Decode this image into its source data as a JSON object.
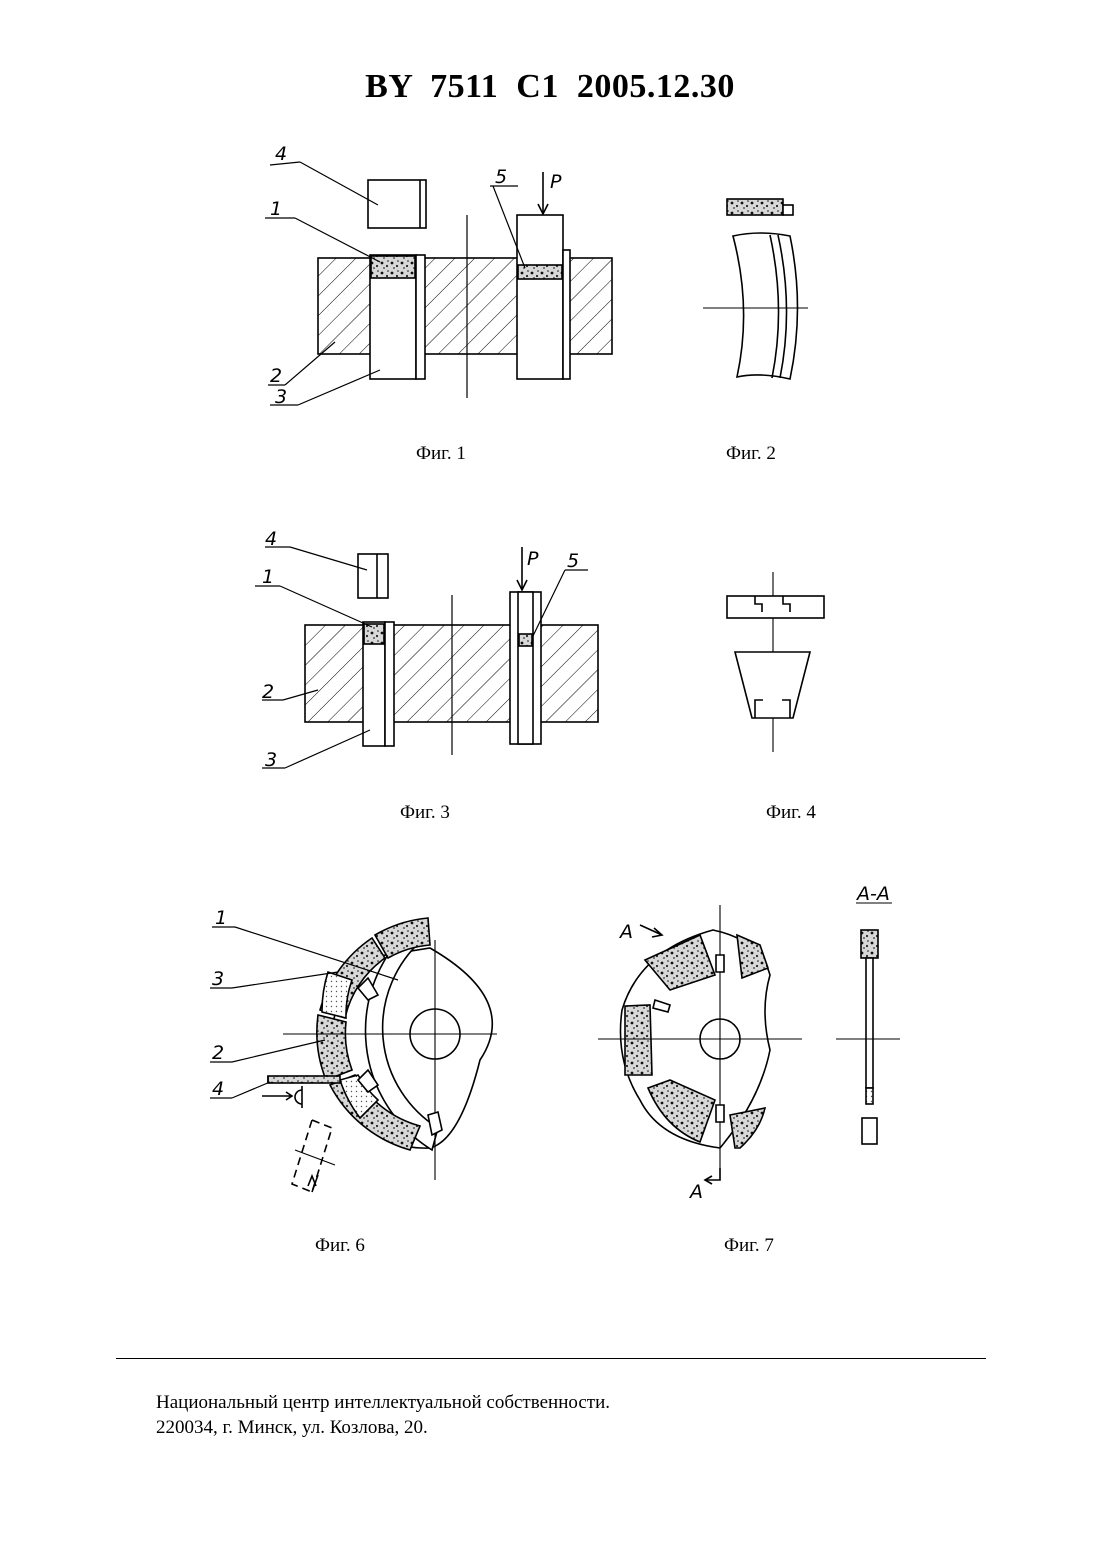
{
  "document": {
    "header": "BY  7511  C1  2005.12.30"
  },
  "figures": {
    "fig1": {
      "caption": "Фиг. 1",
      "labels": {
        "l4": "4",
        "l1": "1",
        "l2": "2",
        "l3": "3",
        "l5": "5",
        "p": "P"
      }
    },
    "fig2": {
      "caption": "Фиг. 2"
    },
    "fig3": {
      "caption": "Фиг. 3",
      "labels": {
        "l4": "4",
        "l1": "1",
        "l2": "2",
        "l3": "3",
        "l5": "5",
        "p": "P"
      }
    },
    "fig4": {
      "caption": "Фиг. 4"
    },
    "fig6": {
      "caption": "Фиг. 6",
      "labels": {
        "l1": "1",
        "l3": "3",
        "l2": "2",
        "l4": "4"
      }
    },
    "fig7": {
      "caption": "Фиг. 7",
      "labels": {
        "a_top": "A",
        "a_bottom": "A",
        "section": "A-A"
      }
    }
  },
  "footer": {
    "line1": "Национальный центр интеллектуальной собственности.",
    "line2": "220034, г. Минск, ул. Козлова, 20."
  }
}
